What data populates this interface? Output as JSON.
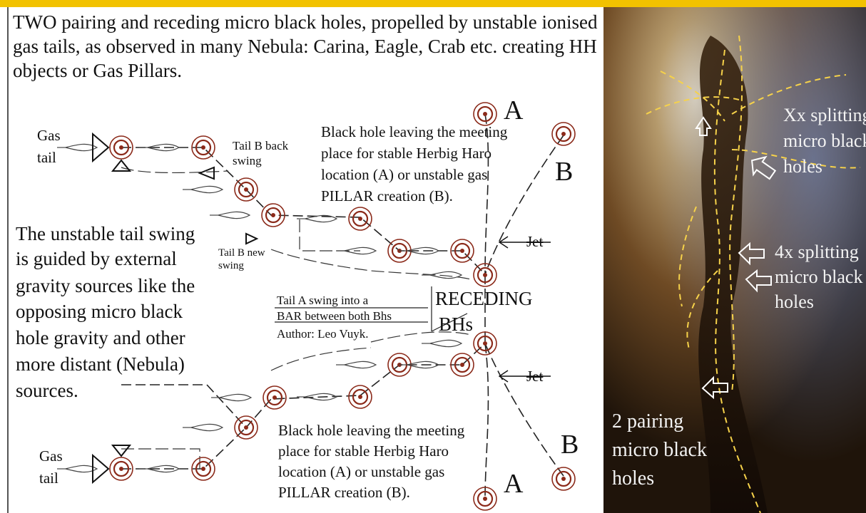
{
  "title": "TWO pairing and receding micro black holes, propelled by unstable ionised gas tails, as observed in many Nebula: Carina, Eagle, Crab etc. creating HH objects or Gas Pillars.",
  "labels": {
    "gas_tail_top_1": "Gas",
    "gas_tail_top_2": "tail",
    "gas_tail_bottom_1": "Gas",
    "gas_tail_bottom_2": "tail",
    "tail_b_back_1": "Tail B back",
    "tail_b_back_2": "swing",
    "tail_b_new_1": "Tail B new",
    "tail_b_new_2": "swing",
    "tail_a_1": "Tail A swing into a",
    "tail_a_2": "BAR between both Bhs",
    "author": "Author: Leo Vuyk.",
    "receding_1": "RECEDING",
    "receding_2": "BHs",
    "jet_top": "Jet",
    "jet_bottom": "Jet",
    "letter_a_top": "A",
    "letter_b_top": "B",
    "letter_a_bottom": "A",
    "letter_b_bottom": "B"
  },
  "notes": {
    "top": [
      "Black hole leaving the meeting",
      "place for stable Herbig Haro",
      "location (A) or unstable gas",
      "PILLAR creation (B)."
    ],
    "bottom": [
      "Black hole leaving the meeting",
      "place for stable Herbig Haro",
      "location (A) or unstable gas",
      "PILLAR creation (B)."
    ],
    "left": [
      "The unstable tail swing",
      "is guided by external",
      "gravity sources like the",
      "opposing micro black",
      "hole gravity and other",
      "more distant (Nebula)",
      "sources."
    ]
  },
  "photo": {
    "xx_1": "Xx splitting",
    "xx_2": "micro black",
    "xx_3": "holes",
    "x4_1": "4x splitting",
    "x4_2": "micro black",
    "x4_3": "holes",
    "pair_1": "2 pairing",
    "pair_2": "micro black",
    "pair_3": "holes"
  },
  "colors": {
    "accent_bar": "#f2c200",
    "bh_ring": "#8b2a1a",
    "arrow_yellow": "#f6d24a"
  }
}
